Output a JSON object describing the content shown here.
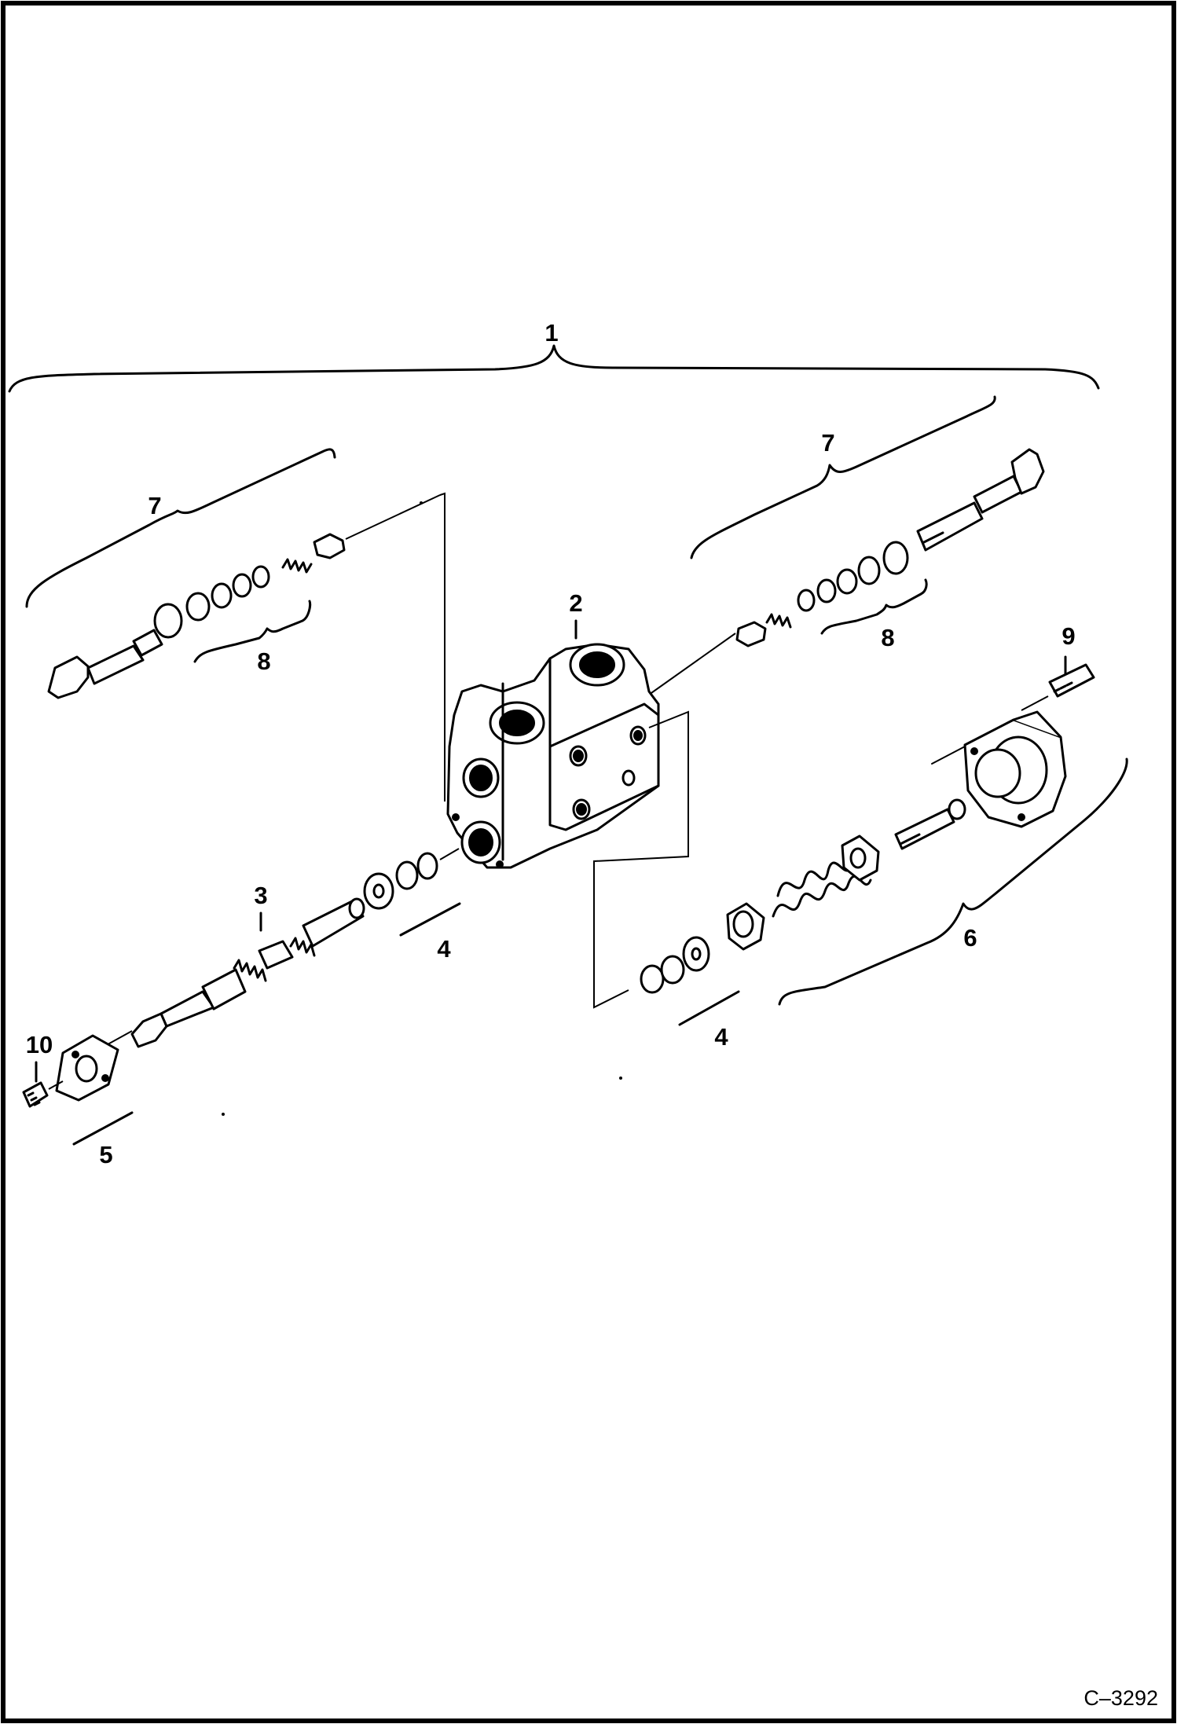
{
  "callouts": {
    "c1": "1",
    "c2": "2",
    "c3": "3",
    "c4a": "4",
    "c4b": "4",
    "c5": "5",
    "c6": "6",
    "c7a": "7",
    "c7b": "7",
    "c8a": "8",
    "c8b": "8",
    "c9": "9",
    "c10": "10"
  },
  "drawing_id": "C–3292"
}
